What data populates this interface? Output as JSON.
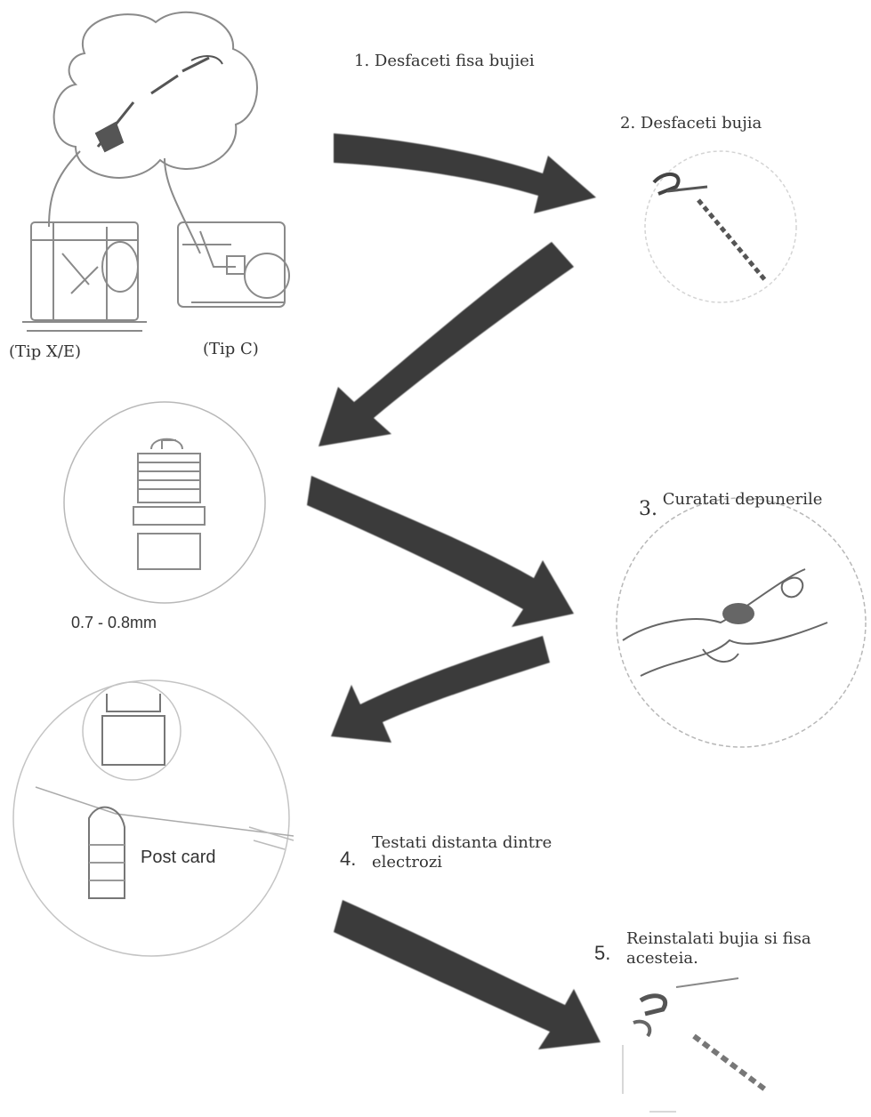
{
  "colors": {
    "arrow": "#3a3a3a",
    "line": "#8a8a8a",
    "circle": "#b8b8b8",
    "text": "#333333"
  },
  "labels": {
    "tip_xe": "(Tip X/E)",
    "tip_c": "(Tip C)",
    "gap": "0.7 - 0.8mm",
    "post_card": "Post card"
  },
  "steps": [
    {
      "number": "1.",
      "text": "Desfaceti fisa bujiei"
    },
    {
      "number": "2.",
      "text": "Desfaceti bujia"
    },
    {
      "number": "3.",
      "text": "Curatati depunerile"
    },
    {
      "number": "4.",
      "text": "Testati distanta dintre electrozi",
      "line1": "Testati distanta dintre",
      "line2": "electrozi"
    },
    {
      "number": "5.",
      "text": "Reinstalati bujia si fisa acesteia.",
      "line1": "Reinstalati bujia si fisa",
      "line2": "acesteia."
    }
  ],
  "icons": [
    "engine-icon",
    "spark-plug-icon",
    "spark-plug-wrench-icon",
    "cleaning-brush-icon",
    "feeler-card-icon"
  ]
}
